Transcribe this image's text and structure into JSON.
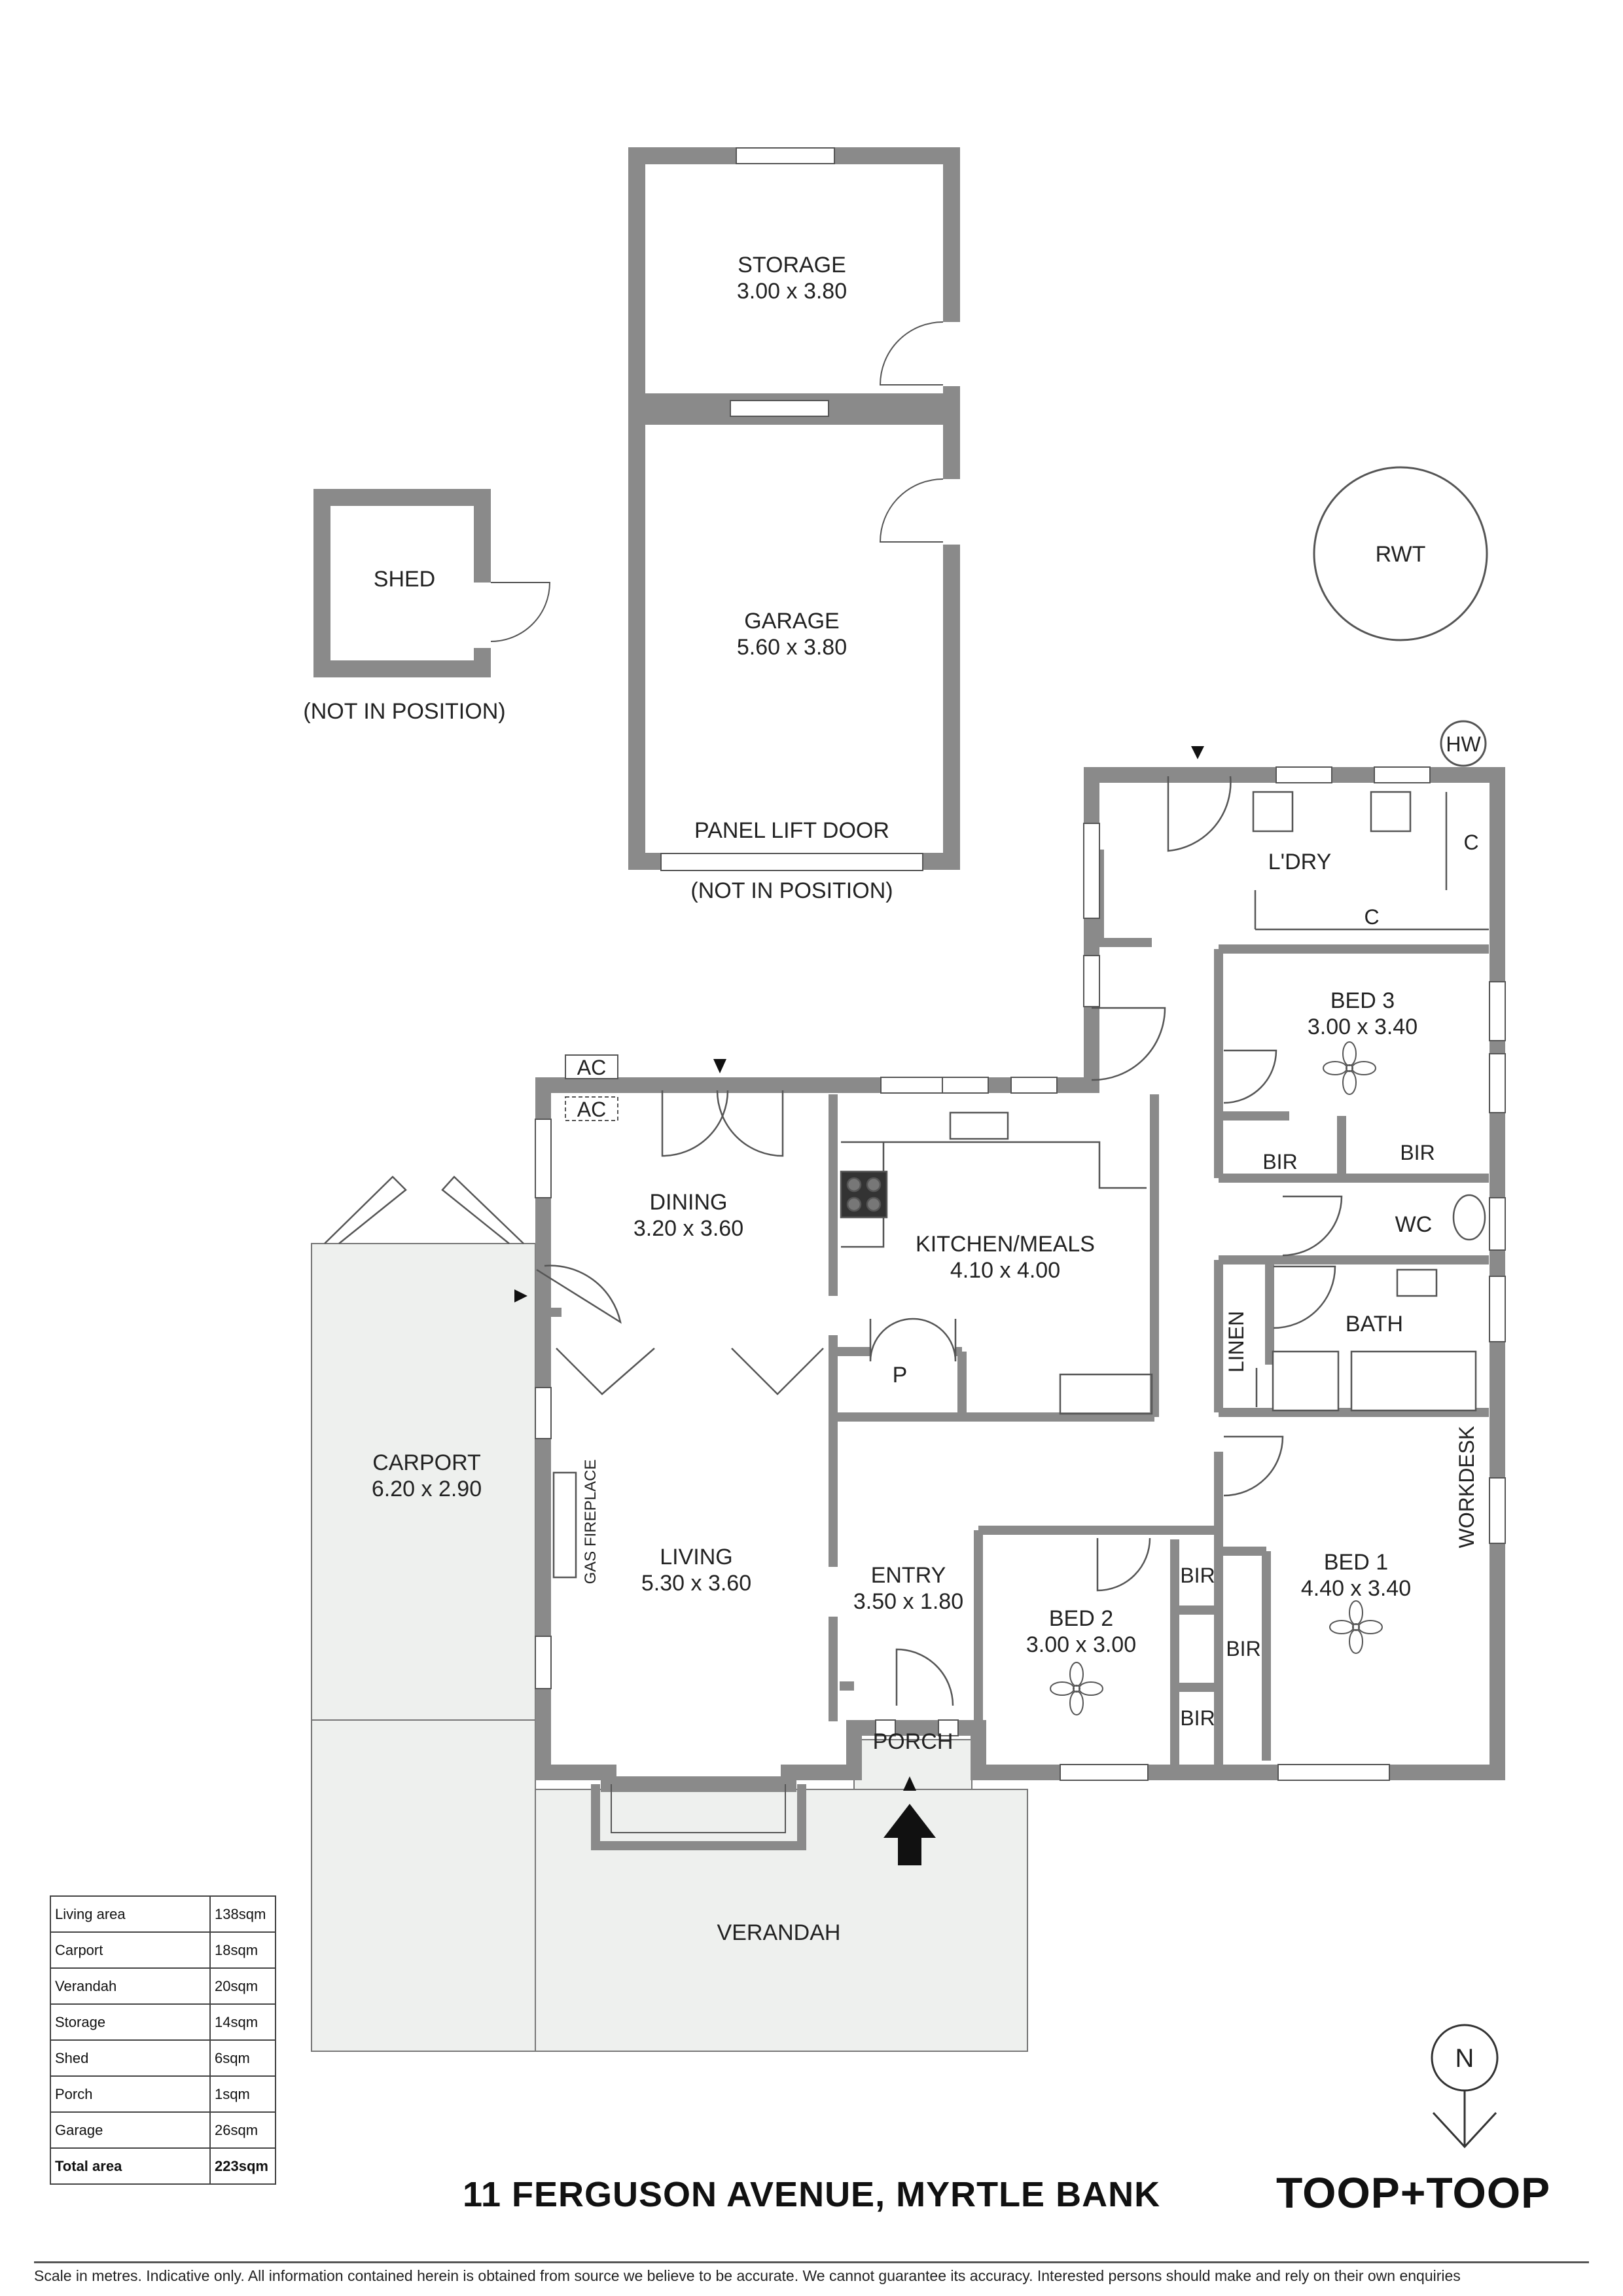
{
  "rooms": {
    "storage": {
      "name": "STORAGE",
      "size": "3.00 x 3.80"
    },
    "garage": {
      "name": "GARAGE",
      "size": "5.60 x 3.80"
    },
    "panel_lift_door": "PANEL LIFT DOOR",
    "garage_note": "(NOT IN POSITION)",
    "shed": {
      "name": "SHED"
    },
    "shed_note": "(NOT IN POSITION)",
    "rwt": "RWT",
    "hw": "HW",
    "laundry": {
      "name": "L'DRY"
    },
    "cupboard": "C",
    "bed3": {
      "name": "BED 3",
      "size": "3.00 x 3.40"
    },
    "bir": "BIR",
    "wc": "WC",
    "bath": "BATH",
    "linen": "LINEN",
    "workdesk": "WORKDESK",
    "ac": "AC",
    "dining": {
      "name": "DINING",
      "size": "3.20 x 3.60"
    },
    "kitchen": {
      "name": "KITCHEN/MEALS",
      "size": "4.10 x 4.00"
    },
    "pantry": "P",
    "carport": {
      "name": "CARPORT",
      "size": "6.20 x 2.90"
    },
    "gas_fireplace": "GAS FIREPLACE",
    "living": {
      "name": "LIVING",
      "size": "5.30 x 3.60"
    },
    "entry": {
      "name": "ENTRY",
      "size": "3.50 x 1.80"
    },
    "bed2": {
      "name": "BED 2",
      "size": "3.00 x 3.00"
    },
    "bed1": {
      "name": "BED 1",
      "size": "4.40 x 3.40"
    },
    "porch": "PORCH",
    "verandah": "VERANDAH",
    "north": "N"
  },
  "area_table": [
    {
      "label": "Living area",
      "value": "138sqm"
    },
    {
      "label": "Carport",
      "value": "18sqm"
    },
    {
      "label": "Verandah",
      "value": "20sqm"
    },
    {
      "label": "Storage",
      "value": "14sqm"
    },
    {
      "label": "Shed",
      "value": "6sqm"
    },
    {
      "label": "Porch",
      "value": "1sqm"
    },
    {
      "label": "Garage",
      "value": "26sqm"
    }
  ],
  "area_total": {
    "label": "Total area",
    "value": "223sqm"
  },
  "address": "11 FERGUSON AVENUE, MYRTLE BANK",
  "brand": "TOOP+TOOP",
  "disclaimer": "Scale in metres. Indicative only. All information contained herein is obtained from source we believe to be accurate. We cannot guarantee its accuracy. Interested persons should make and rely on their own enquiries",
  "colors": {
    "wall": "#8a8a8a",
    "outdoor_fill": "#eef0ee",
    "line": "#555555"
  }
}
